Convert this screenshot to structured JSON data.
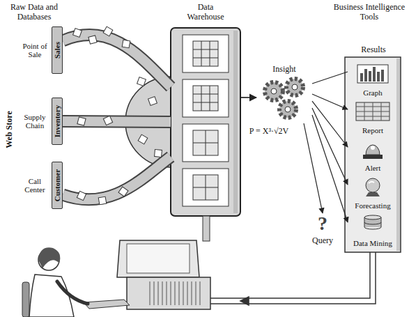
{
  "diagram": {
    "nodes": [
      {
        "text": [
          "Point of Sale",
          "Sales"
        ]
      },
      {
        "text": [
          "Supply Chain",
          "Inventory"
        ]
      },
      {
        "text": [
          "Call Center",
          "Customer"
        ]
      },
      {
        "text": [
          "Data Warehouse"
        ]
      },
      {
        "text": [
          "Insight"
        ]
      },
      {
        "text": [
          "Results"
        ]
      },
      {
        "text": [
          "Graph"
        ],
        "in": 5
      },
      {
        "text": [
          "Report"
        ],
        "in": 5
      },
      {
        "text": [
          "Alert"
        ],
        "in": 5
      },
      {
        "text": [
          "Forecasting"
        ],
        "in": 5
      },
      {
        "text": [
          "Data Mining"
        ],
        "in": 5
      },
      {
        "text": [
          "?",
          "Query"
        ]
      }
    ],
    "edges": [
      {
        "from": 0,
        "to": 3,
        "arrow": "none"
      },
      {
        "from": 1,
        "to": 3,
        "arrow": "none"
      },
      {
        "from": 2,
        "to": 3,
        "arrow": "none"
      },
      {
        "from": 3,
        "to": 4,
        "arrow": "to"
      },
      {
        "from": 4,
        "to": 6,
        "arrow": "none"
      },
      {
        "from": 4,
        "to": 7,
        "arrow": "to"
      },
      {
        "from": 4,
        "to": 8,
        "arrow": "to"
      },
      {
        "from": 4,
        "to": 9,
        "arrow": "to"
      },
      {
        "from": 4,
        "to": 10,
        "arrow": "to"
      },
      {
        "from": 4,
        "to": 11,
        "arrow": "to"
      }
    ],
    "labels": [
      "Raw Data and Databases",
      "Web Store",
      "P = X³·√2V",
      "Business Intelligence Tools"
    ]
  }
}
